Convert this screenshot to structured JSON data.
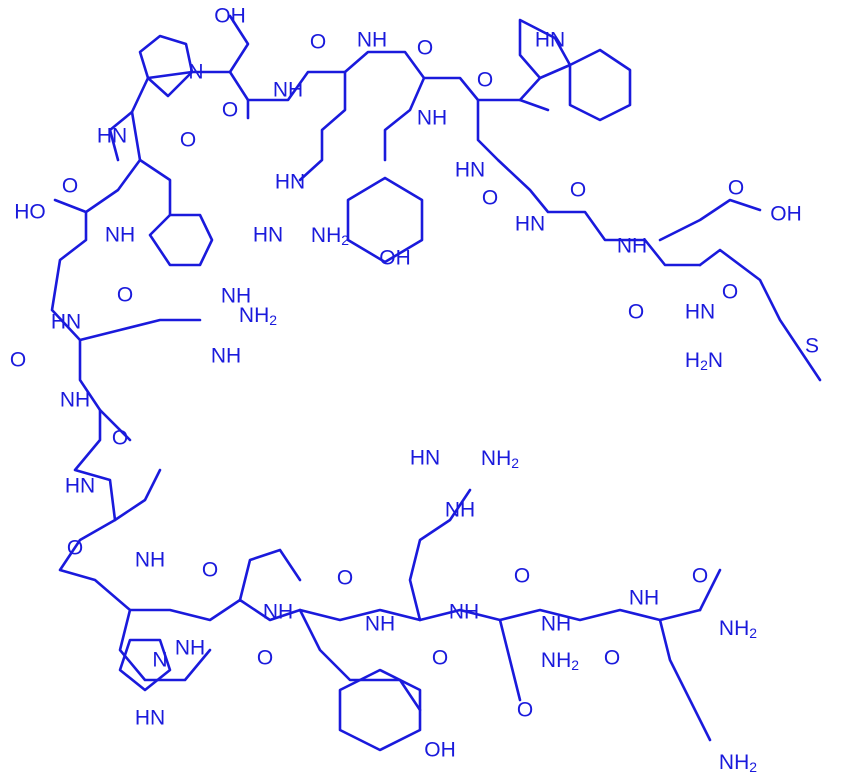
{
  "colors": {
    "structure": "#1a1adc",
    "background": "#ffffff"
  },
  "atom_labels": {
    "OH": "OH",
    "O": "O",
    "N": "N",
    "NH": "NH",
    "HN": "HN",
    "NH2": "NH",
    "H2N": "H",
    "H2N_N": "N",
    "two": "2",
    "S": "S",
    "H": "H",
    "HO": "HO"
  }
}
